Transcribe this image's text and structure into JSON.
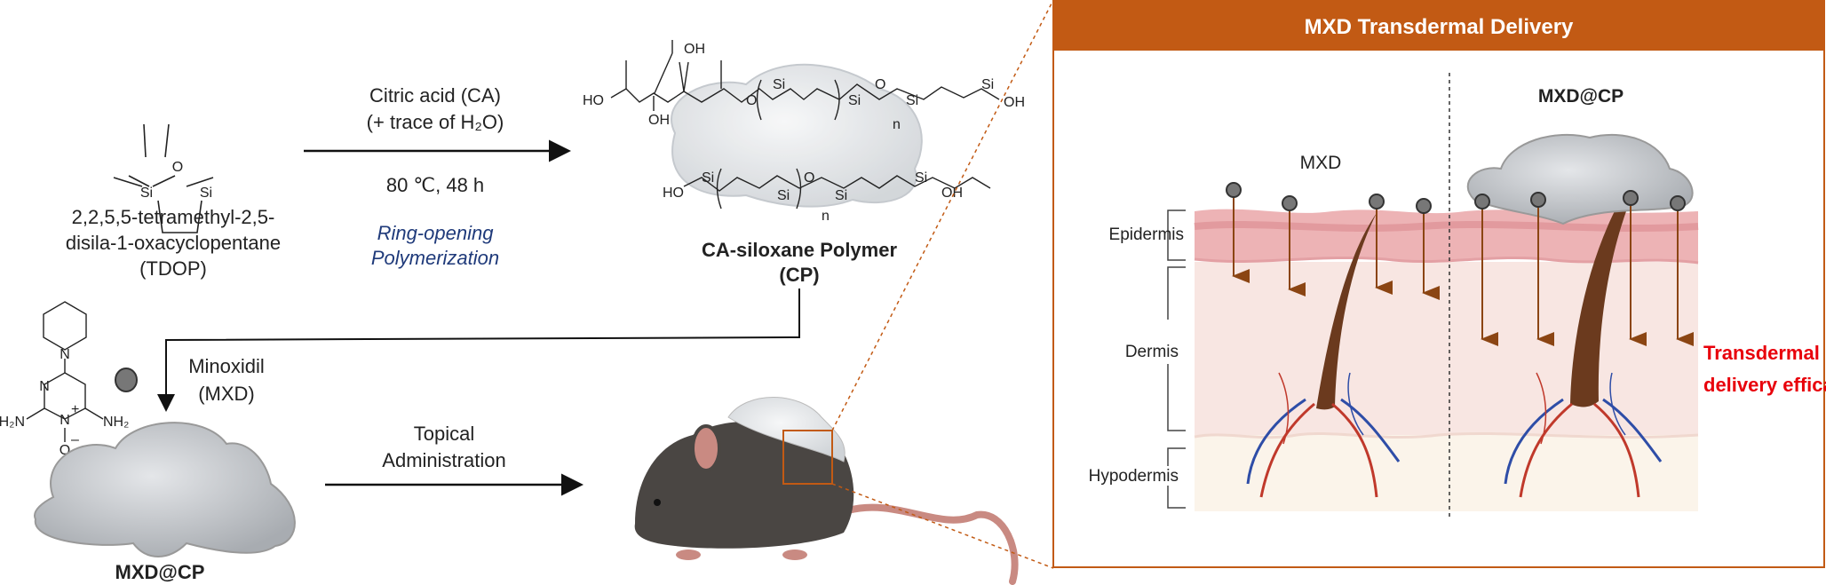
{
  "tdop": {
    "atoms": {
      "si_left": "Si",
      "si_right": "Si",
      "oxygen": "O"
    },
    "name_line1": "2,2,5,5-tetramethyl-2,5-",
    "name_line2": "disila-1-oxacyclopentane",
    "abbr": "(TDOP)"
  },
  "reaction": {
    "reagent": "Citric acid (CA)",
    "additive": "(+ trace of H₂O)",
    "conditions": "80 ℃, 48 h",
    "type_line1": "Ring-opening",
    "type_line2": "Polymerization",
    "type_color": "#1F3A7A"
  },
  "cp": {
    "atoms": {
      "ho": "HO",
      "oh": "OH",
      "o": "O",
      "si": "Si",
      "n": "n"
    },
    "name": "CA-siloxane Polymer",
    "abbr": "(CP)"
  },
  "minoxidil": {
    "atoms": {
      "n": "N",
      "nplus": "N",
      "plus": "+",
      "h2n": "H₂N",
      "nh2": "NH₂",
      "ominus": "O",
      "minus": "–"
    },
    "name": "Minoxidil",
    "abbr": "(MXD)",
    "symbol": "grey-dot"
  },
  "formulation": {
    "label": "MXD@CP"
  },
  "administration": {
    "line1": "Topical",
    "line2": "Administration"
  },
  "panel": {
    "title": "MXD Transdermal Delivery",
    "header_color": "#C25A14",
    "left_label": "MXD",
    "right_label": "MXD@CP",
    "layers": [
      "Epidermis",
      "Dermis",
      "Hypodermis"
    ],
    "result_line1": "Transdermal MXD",
    "result_line2": "delivery efficacy ↑",
    "result_color": "#E8000B"
  },
  "colors": {
    "accent": "#C25A14",
    "arrow_brown": "#8B4513",
    "skin_epidermis": "#EDB3B5",
    "skin_dermis": "#F8E6E2",
    "skin_hypodermis": "#FBF4EA"
  }
}
